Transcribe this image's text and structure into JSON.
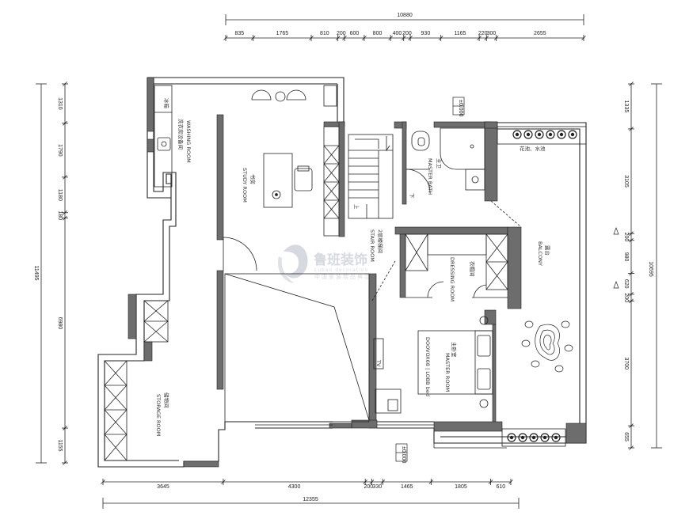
{
  "dimensions": {
    "top_total": "10880",
    "top_segments": [
      "835",
      "1765",
      "810",
      "200",
      "600",
      "800",
      "400",
      "200",
      "930",
      "1165",
      "220",
      "300",
      "2655"
    ],
    "bottom_total": "12355",
    "bottom_segments": [
      "3645",
      "4300",
      "200",
      "330",
      "1465",
      "1805",
      "610"
    ],
    "left_total": "11495",
    "left_segments": [
      "1310",
      "1790",
      "1180",
      "180",
      "6980",
      "1155"
    ],
    "right_total": "10695",
    "right_segments": [
      "1335",
      "3105",
      "200",
      "980",
      "620",
      "200",
      "3700",
      "655"
    ],
    "level_marks": [
      "±0.000",
      "±0.000"
    ]
  },
  "rooms": {
    "washing": "洗衣房设备间",
    "washing_en": "WASHING ROOM",
    "study": "书房",
    "study_en": "STUDY ROOM",
    "stair": "2层楼梯间",
    "stair_en": "STAIR ROOM",
    "master_bath": "主卫",
    "master_bath_en": "MASTER BATH",
    "dressing": "衣帽间",
    "dressing_en": "DRESSING ROOM",
    "master_room": "主卧室",
    "master_room_en": "MASTER ROOM",
    "bed_spec": "DOOVOX68 | LOBB bed",
    "balcony": "露台",
    "balcony_en": "BALCONY",
    "storage": "储物间",
    "storage_en": "STORAGE ROOM",
    "planter": "花池、水池",
    "stair_up": "上",
    "stair_down": "下",
    "fridge": "冰箱",
    "tv": "TV"
  },
  "watermark": {
    "brand": "鲁班装饰",
    "brand_en": "Luban decoration",
    "slogan": "中国家装精品典范"
  },
  "colors": {
    "wall": "#6d6d6d",
    "line": "#222222",
    "watermark": "#c9ced6"
  }
}
